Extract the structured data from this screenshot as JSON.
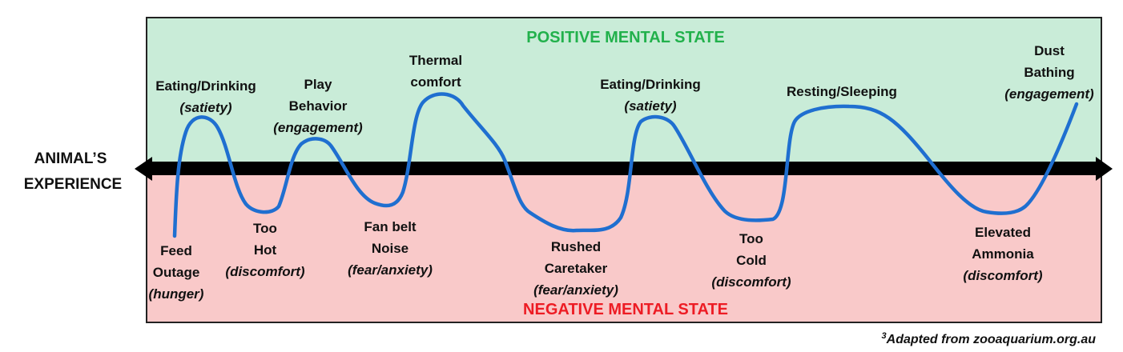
{
  "positive_title": "POSITIVE MENTAL STATE",
  "negative_title": "NEGATIVE MENTAL STATE",
  "axis_label": [
    "ANIMAL’S",
    "EXPERIENCE"
  ],
  "colors": {
    "positive_fill": "#c9ecd8",
    "negative_fill": "#f9c9c9",
    "positive_text": "#22b14c",
    "negative_text": "#ed1c24",
    "curve": "#1f6fd0",
    "axis": "#000000"
  },
  "highs": [
    {
      "lines": [
        "Eating/Drinking"
      ],
      "note": "(satiety)"
    },
    {
      "lines": [
        "Play",
        "Behavior"
      ],
      "note": "(engagement)"
    },
    {
      "lines": [
        "Thermal",
        "comfort"
      ],
      "note": ""
    },
    {
      "lines": [
        "Eating/Drinking"
      ],
      "note": "(satiety)"
    },
    {
      "lines": [
        "Resting/Sleeping"
      ],
      "note": ""
    },
    {
      "lines": [
        "Dust",
        "Bathing"
      ],
      "note": "(engagement)"
    }
  ],
  "lows": [
    {
      "lines": [
        "Feed",
        "Outage"
      ],
      "note": "(hunger)"
    },
    {
      "lines": [
        "Too",
        "Hot"
      ],
      "note": "(discomfort)"
    },
    {
      "lines": [
        "Fan belt",
        "Noise"
      ],
      "note": "(fear/anxiety)"
    },
    {
      "lines": [
        "Rushed",
        "Caretaker"
      ],
      "note": "(fear/anxiety)"
    },
    {
      "lines": [
        "Too",
        "Cold"
      ],
      "note": "(discomfort)"
    },
    {
      "lines": [
        "Elevated",
        "Ammonia"
      ],
      "note": "(discomfort)"
    }
  ],
  "credit": {
    "superscript": "3",
    "text": "Adapted from zooaquarium.org.au"
  }
}
